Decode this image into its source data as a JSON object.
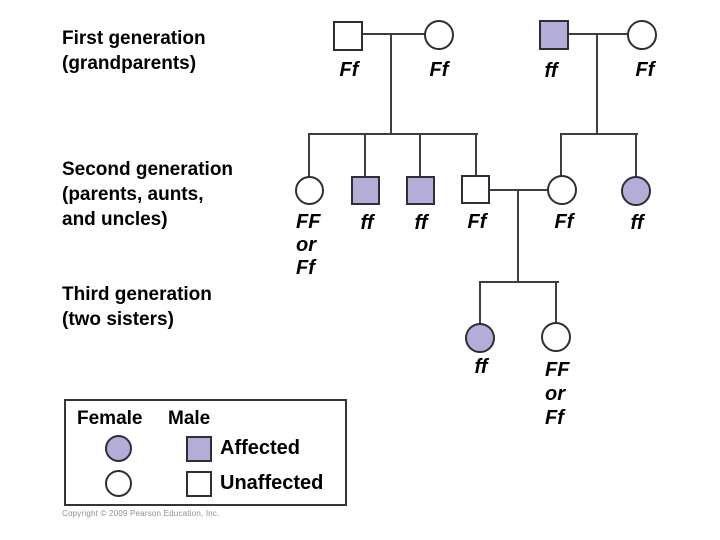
{
  "labels": {
    "first_generation": "First generation\n(grandparents)",
    "second_generation": "Second generation\n(parents, aunts,\nand uncles)",
    "third_generation": "Third generation\n(two sisters)"
  },
  "pedigree": {
    "gen1": [
      {
        "sex": "male",
        "status": "unaffected",
        "genotype": "Ff"
      },
      {
        "sex": "female",
        "status": "unaffected",
        "genotype": "Ff"
      },
      {
        "sex": "male",
        "status": "affected",
        "genotype": "ff"
      },
      {
        "sex": "female",
        "status": "unaffected",
        "genotype": "Ff"
      }
    ],
    "gen2": [
      {
        "sex": "female",
        "status": "unaffected",
        "genotype": "FF\nor\nFf"
      },
      {
        "sex": "male",
        "status": "affected",
        "genotype": "ff"
      },
      {
        "sex": "male",
        "status": "affected",
        "genotype": "ff"
      },
      {
        "sex": "male",
        "status": "unaffected",
        "genotype": "Ff"
      },
      {
        "sex": "female",
        "status": "unaffected",
        "genotype": "Ff"
      },
      {
        "sex": "female",
        "status": "affected",
        "genotype": "ff"
      }
    ],
    "gen3": [
      {
        "sex": "female",
        "status": "affected",
        "genotype": "ff"
      },
      {
        "sex": "female",
        "status": "unaffected",
        "genotype": "FF\nor\nFf"
      }
    ]
  },
  "legend": {
    "female": "Female",
    "male": "Male",
    "affected": "Affected",
    "unaffected": "Unaffected"
  },
  "copyright": "Copyright © 2009 Pearson Education, Inc.",
  "colors": {
    "affected_fill": "#b3aed8",
    "unaffected_fill": "#ffffff",
    "shape_outline": "#2e2d38",
    "line": "#3d3d44"
  }
}
